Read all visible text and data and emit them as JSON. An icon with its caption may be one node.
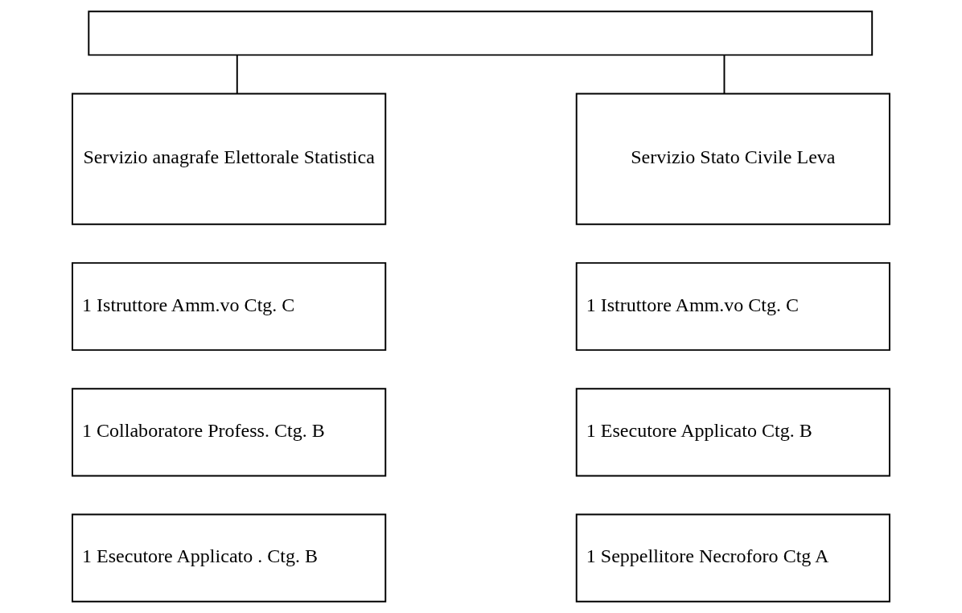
{
  "diagram": {
    "nodes": [
      {
        "text": [],
        "shape": "box"
      },
      {
        "text": [
          "Servizio anagrafe Elettorale Statistica"
        ]
      },
      {
        "text": [
          "Servizio Stato Civile Leva"
        ]
      },
      {
        "text": [
          "1 Istruttore Amm.vo Ctg. C"
        ]
      },
      {
        "text": [
          "1 Collaboratore Profess. Ctg. B"
        ]
      },
      {
        "text": [
          "1 Esecutore Applicato . Ctg. B"
        ]
      },
      {
        "text": [
          "1 Istruttore Amm.vo Ctg. C"
        ]
      },
      {
        "text": [
          "1 Esecutore Applicato Ctg. B"
        ]
      },
      {
        "text": [
          "1 Seppellitore Necroforo Ctg A"
        ]
      }
    ],
    "edges": [
      {
        "from": 0,
        "to": 1,
        "arrow": "none"
      },
      {
        "from": 0,
        "to": 2,
        "arrow": "none"
      }
    ]
  }
}
